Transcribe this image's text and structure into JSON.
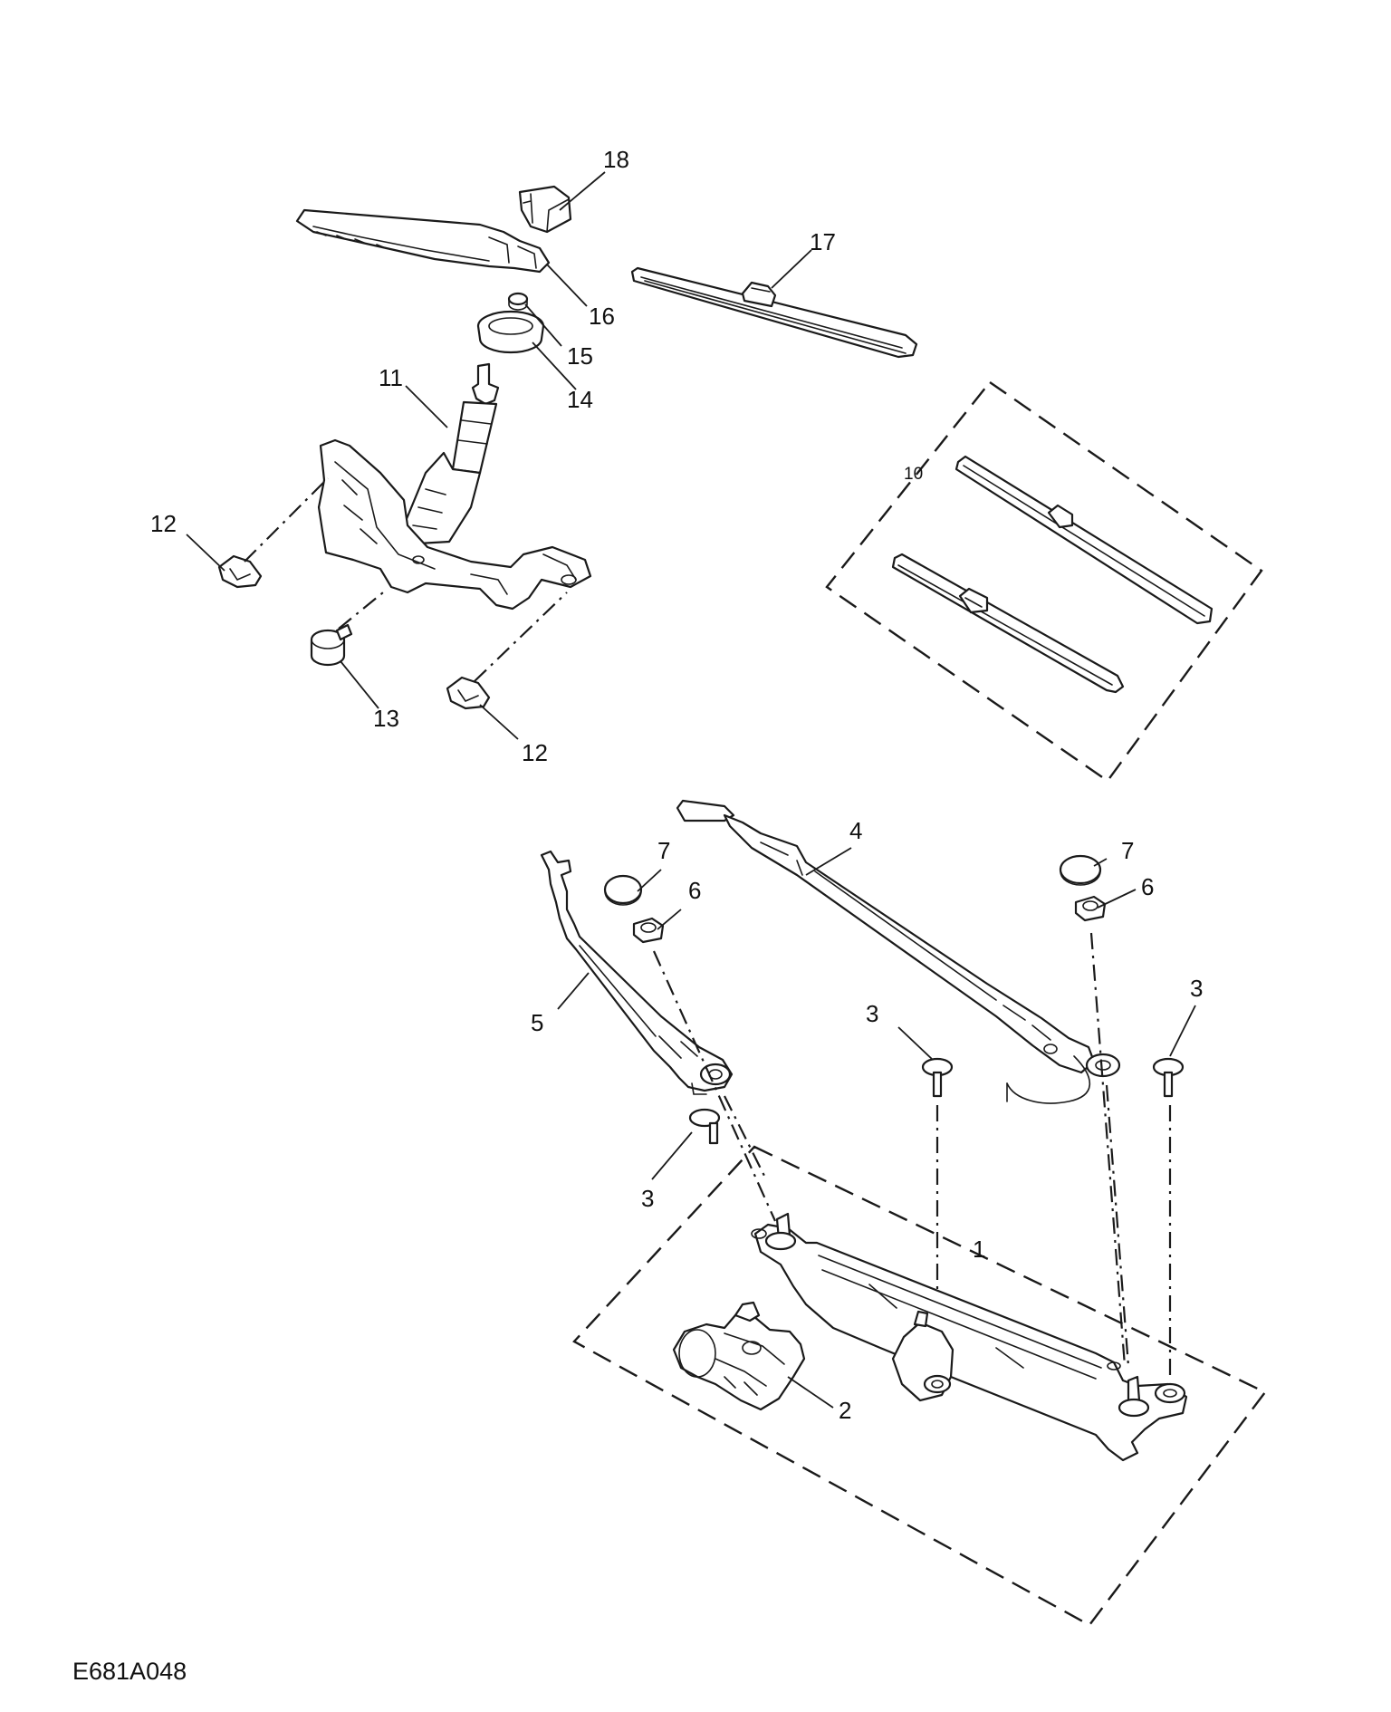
{
  "diagram_code": "E681A048",
  "callouts": {
    "c1": "1",
    "c2": "2",
    "c3a": "3",
    "c3b": "3",
    "c3c": "3",
    "c4": "4",
    "c5": "5",
    "c6a": "6",
    "c6b": "6",
    "c7a": "7",
    "c7b": "7",
    "c10": "10",
    "c11": "11",
    "c12a": "12",
    "c12b": "12",
    "c13": "13",
    "c14": "14",
    "c15": "15",
    "c16": "16",
    "c17": "17",
    "c18": "18"
  }
}
